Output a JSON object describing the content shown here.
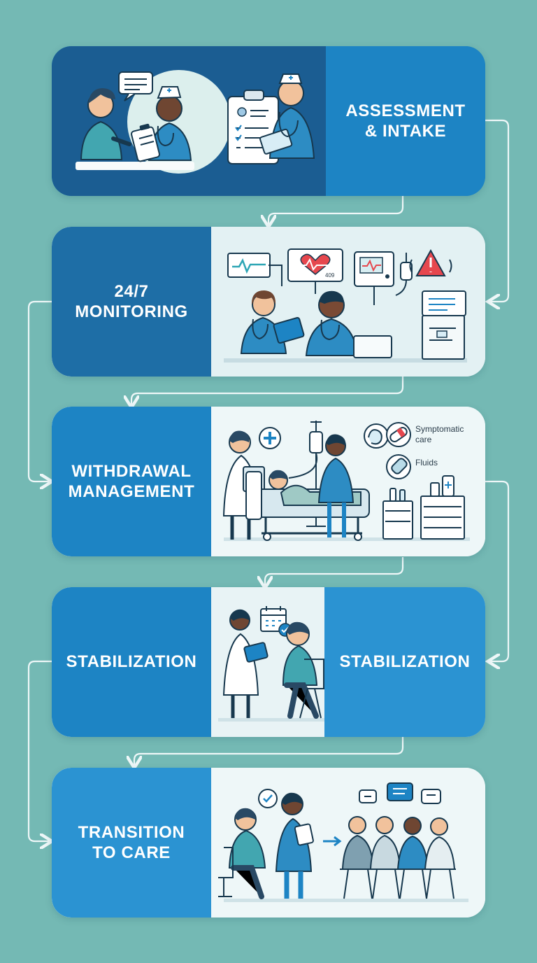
{
  "steps": [
    {
      "label": "ASSESSMENT\n& INTAKE"
    },
    {
      "label": "24/7\nMONITORING"
    },
    {
      "label": "WITHDRAWAL\nMANAGEMENT"
    },
    {
      "label": "STABILIZATION",
      "secondary_label": "STABILIZATION"
    },
    {
      "label": "TRANSITION\nTO CARE"
    }
  ],
  "withdrawal_management": {
    "side_notes": [
      "Symptomatic\ncare",
      "Fluids"
    ]
  },
  "monitoring": {
    "monitor_readout": "409"
  },
  "colors": {
    "background": "#74b9b4",
    "primary_blue": "#1d84c4",
    "dark_blue": "#1e6ea6",
    "light_panel": "#eef7f8"
  }
}
